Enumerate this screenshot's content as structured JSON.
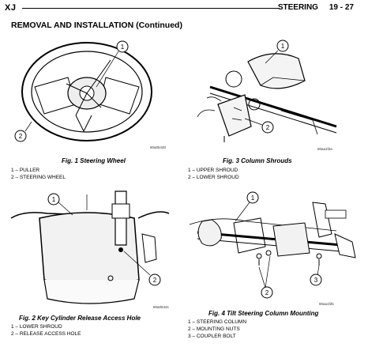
{
  "header": {
    "left": "XJ",
    "section": "STEERING",
    "page": "19 - 27"
  },
  "section_title": "REMOVAL AND INSTALLATION (Continued)",
  "figures": [
    {
      "caption": "Fig. 1 Steering Wheel",
      "code": "80a05440",
      "callouts": [
        "1",
        "2"
      ],
      "legend": [
        "1 – PULLER",
        "2 – STEERING WHEEL"
      ]
    },
    {
      "caption": "Fig. 3 Column Shrouds",
      "code": "80aa1f2a",
      "callouts": [
        "1",
        "2"
      ],
      "legend": [
        "1 – UPPER SHROUD",
        "2 – LOWER SHROUD"
      ]
    },
    {
      "caption": "Fig. 2 Key Cylinder Release Access Hole",
      "code": "80a05441",
      "callouts": [
        "1",
        "2"
      ],
      "legend": [
        "1 – LOWER SHROUD",
        "2 – RELEASE ACCESS HOLE"
      ]
    },
    {
      "caption": "Fig. 4 Tilt Steering Column Mounting",
      "code": "80aa1f2b",
      "callouts": [
        "1",
        "2",
        "3"
      ],
      "legend": [
        "1 – STEERING COLUMN",
        "2 – MOUNTING NUTS",
        "3 – COUPLER BOLT"
      ]
    }
  ]
}
